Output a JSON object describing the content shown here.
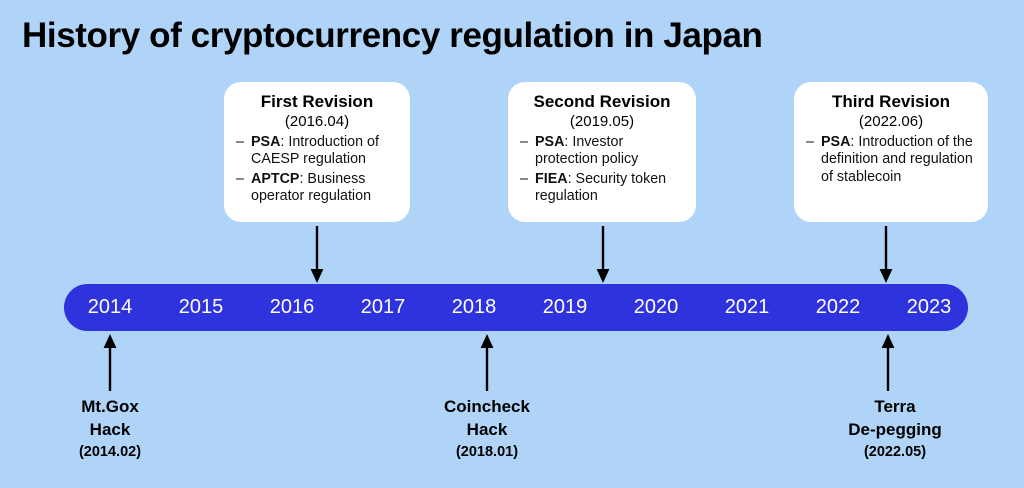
{
  "title": "History of cryptocurrency regulation in Japan",
  "colors": {
    "background": "#AFD4F8",
    "timeline_bar": "#2F33DE",
    "card_background": "#FFFFFF",
    "text": "#000000",
    "year_text": "#FFFFFF",
    "arrow": "#000000"
  },
  "timeline": {
    "years": [
      "2014",
      "2015",
      "2016",
      "2017",
      "2018",
      "2019",
      "2020",
      "2021",
      "2022",
      "2023"
    ]
  },
  "revisions": [
    {
      "title": "First Revision",
      "date": "(2016.04)",
      "bullets": [
        {
          "dash": "–",
          "term": "PSA",
          "separator": ": ",
          "text": "Introduction of CAESP regulation"
        },
        {
          "dash": "–",
          "term": "APTCP",
          "separator": ": ",
          "text": "Business operator regulation"
        }
      ],
      "points_to_year": "2016"
    },
    {
      "title": "Second Revision",
      "date": "(2019.05)",
      "bullets": [
        {
          "dash": "–",
          "term": "PSA",
          "separator": ": ",
          "text": "Investor protection policy"
        },
        {
          "dash": "–",
          "term": "FIEA",
          "separator": ": ",
          "text": "Security token regulation"
        }
      ],
      "points_to_year": "2019"
    },
    {
      "title": "Third Revision",
      "date": "(2022.06)",
      "bullets": [
        {
          "dash": "–",
          "term": "PSA",
          "separator": ": ",
          "text": "Introduction of the definition and regulation of stablecoin"
        }
      ],
      "points_to_year": "2023"
    }
  ],
  "events": [
    {
      "name": "Mt.Gox\nHack",
      "date": "(2014.02)",
      "points_to_year": "2014"
    },
    {
      "name": "Coincheck\nHack",
      "date": "(2018.01)",
      "points_to_year": "2018"
    },
    {
      "name": "Terra\nDe-pegging",
      "date": "(2022.05)",
      "points_to_year": "2023"
    }
  ],
  "icons": {
    "arrow_down": "arrow-down-icon",
    "arrow_up": "arrow-up-icon"
  }
}
